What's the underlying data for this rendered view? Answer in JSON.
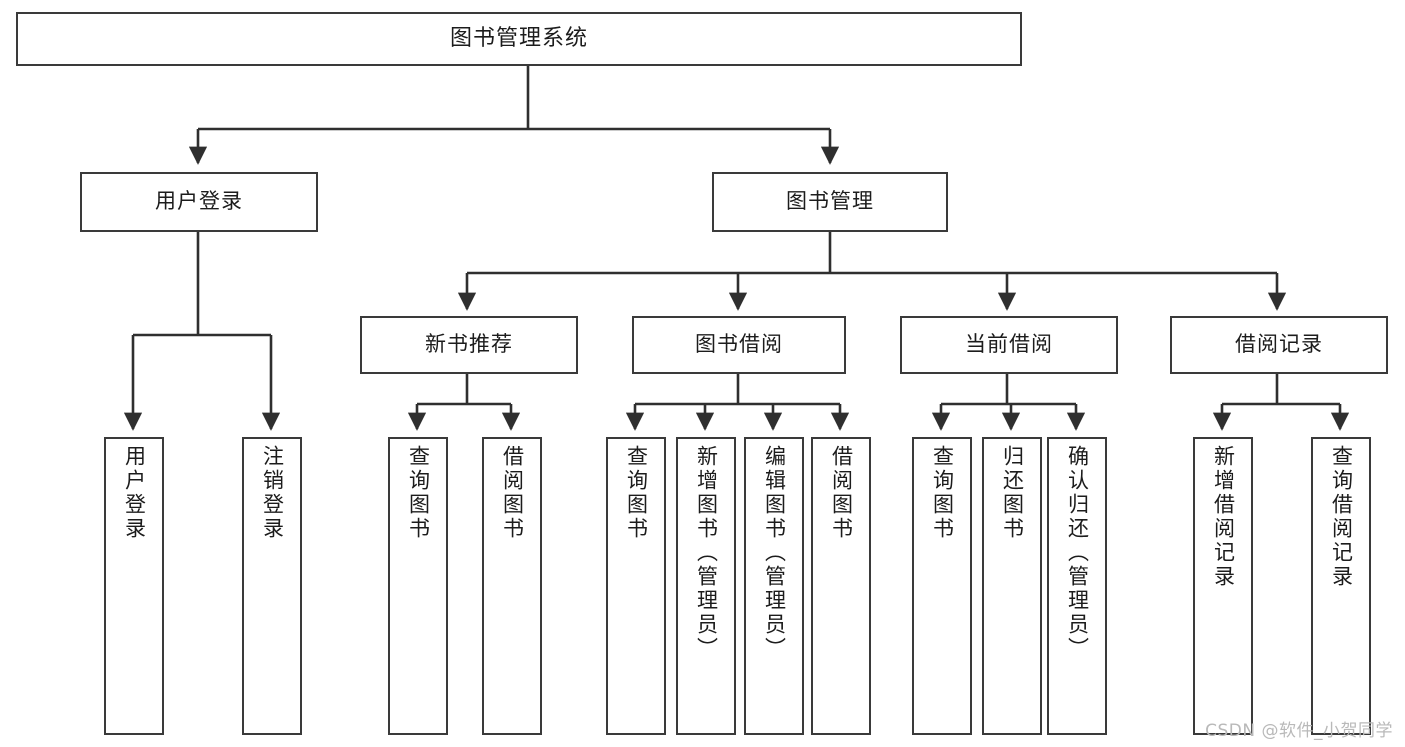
{
  "diagram": {
    "kind": "hierarchy-tree",
    "title": "图书管理系统",
    "colors": {
      "box_border": "#3a3a3a",
      "box_fill": "#ffffff",
      "line": "#2f2f2f",
      "text": "#1c1c1c",
      "watermark": "#b9b9b9",
      "background": "#ffffff"
    },
    "watermark": "CSDN @软件_小贺同学",
    "levels": {
      "level1": [
        {
          "id": "root",
          "label": "图书管理系统"
        }
      ],
      "level2": [
        {
          "id": "user-login",
          "label": "用户登录"
        },
        {
          "id": "book-manage",
          "label": "图书管理"
        }
      ],
      "level3": [
        {
          "id": "new-book-recommend",
          "label": "新书推荐"
        },
        {
          "id": "book-borrow",
          "label": "图书借阅"
        },
        {
          "id": "current-borrow",
          "label": "当前借阅"
        },
        {
          "id": "borrow-record",
          "label": "借阅记录"
        }
      ],
      "level4": [
        {
          "id": "leaf-user-login",
          "label": "用户登录",
          "parent": "user-login"
        },
        {
          "id": "leaf-logout-login",
          "label": "注销登录",
          "parent": "user-login"
        },
        {
          "id": "leaf-query-book-1",
          "label": "查询图书",
          "parent": "new-book-recommend"
        },
        {
          "id": "leaf-borrow-book-1",
          "label": "借阅图书",
          "parent": "new-book-recommend"
        },
        {
          "id": "leaf-query-book-2",
          "label": "查询图书",
          "parent": "book-borrow"
        },
        {
          "id": "leaf-add-book",
          "label": "新增图书（管理员）",
          "parent": "book-borrow"
        },
        {
          "id": "leaf-edit-book",
          "label": "编辑图书（管理员）",
          "parent": "book-borrow"
        },
        {
          "id": "leaf-borrow-book-2",
          "label": "借阅图书",
          "parent": "book-borrow"
        },
        {
          "id": "leaf-query-book-3",
          "label": "查询图书",
          "parent": "current-borrow"
        },
        {
          "id": "leaf-return-book",
          "label": "归还图书",
          "parent": "current-borrow"
        },
        {
          "id": "leaf-confirm-return",
          "label": "确认归还（管理员）",
          "parent": "current-borrow"
        },
        {
          "id": "leaf-add-record",
          "label": "新增借阅记录",
          "parent": "borrow-record"
        },
        {
          "id": "leaf-query-record",
          "label": "查询借阅记录",
          "parent": "borrow-record"
        }
      ]
    }
  }
}
